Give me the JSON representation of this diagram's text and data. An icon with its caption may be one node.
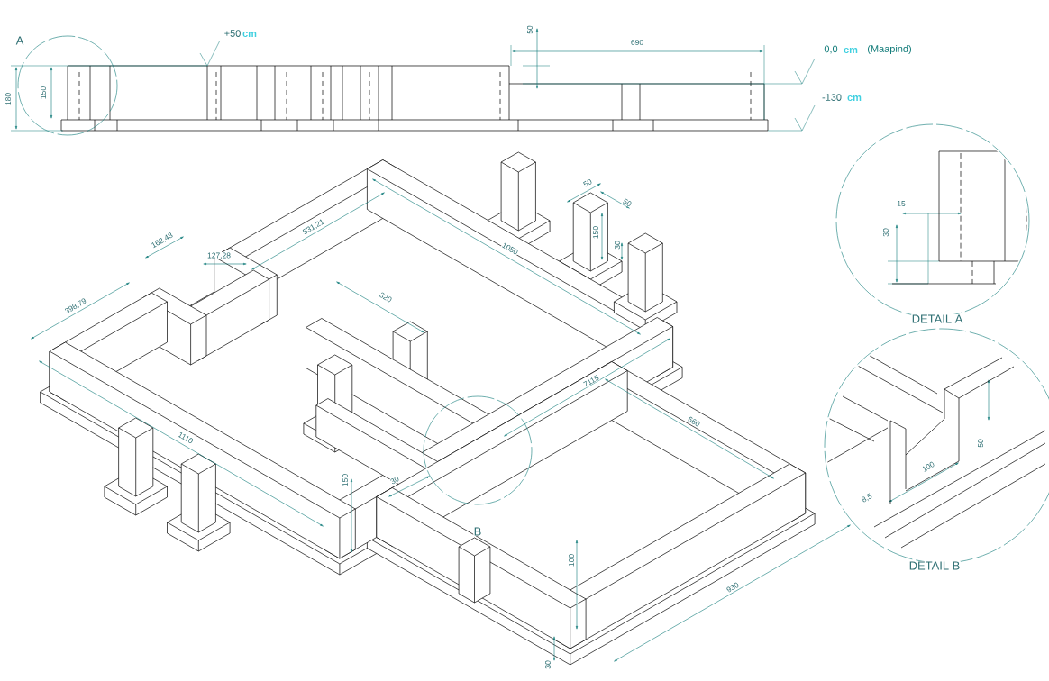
{
  "diagram": {
    "labels": [
      "A",
      "+50",
      "cm",
      "50",
      "690",
      "0,0",
      "cm",
      "(Maapind)",
      "-130",
      "cm",
      "180",
      "150",
      "15",
      "30",
      "DETAIL A",
      "162,43",
      "531,21",
      "127,28",
      "398,79",
      "1050",
      "320",
      "50",
      "50",
      "150",
      "30",
      "7115",
      "660",
      "1110",
      "150",
      "30",
      "B",
      "100",
      "930",
      "30",
      "8,5",
      "100",
      "50",
      "DETAIL B"
    ]
  }
}
